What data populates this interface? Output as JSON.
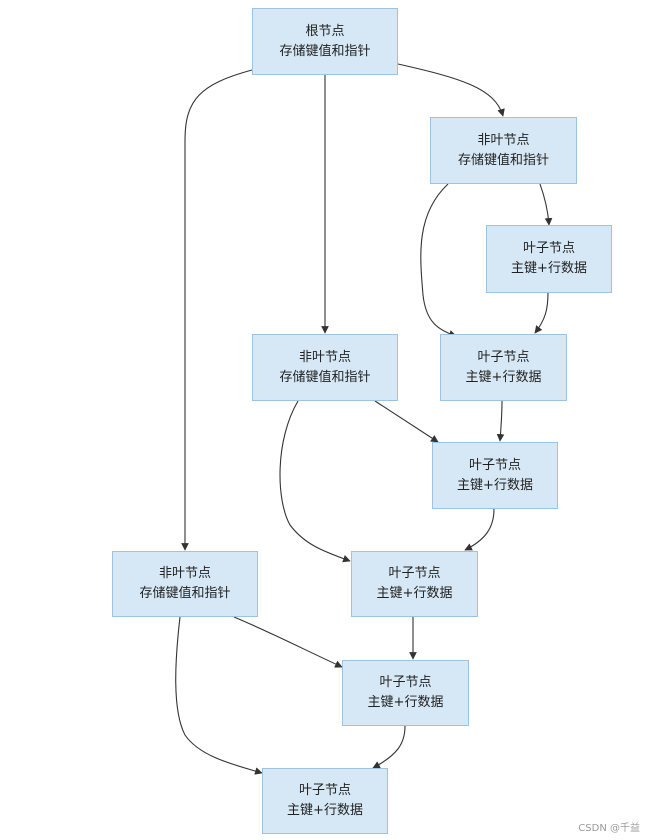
{
  "nodes": {
    "root": {
      "line1": "根节点",
      "line2": "存储键值和指针"
    },
    "nl1": {
      "line1": "非叶节点",
      "line2": "存储键值和指针"
    },
    "leaf1": {
      "line1": "叶子节点",
      "line2": "主键+行数据"
    },
    "leaf2": {
      "line1": "叶子节点",
      "line2": "主键+行数据"
    },
    "nl2": {
      "line1": "非叶节点",
      "line2": "存储键值和指针"
    },
    "leaf3": {
      "line1": "叶子节点",
      "line2": "主键+行数据"
    },
    "nl3": {
      "line1": "非叶节点",
      "line2": "存储键值和指针"
    },
    "leaf4": {
      "line1": "叶子节点",
      "line2": "主键+行数据"
    },
    "leaf5": {
      "line1": "叶子节点",
      "line2": "主键+行数据"
    },
    "leaf6": {
      "line1": "叶子节点",
      "line2": "主键+行数据"
    }
  },
  "watermark": "CSDN @千益"
}
